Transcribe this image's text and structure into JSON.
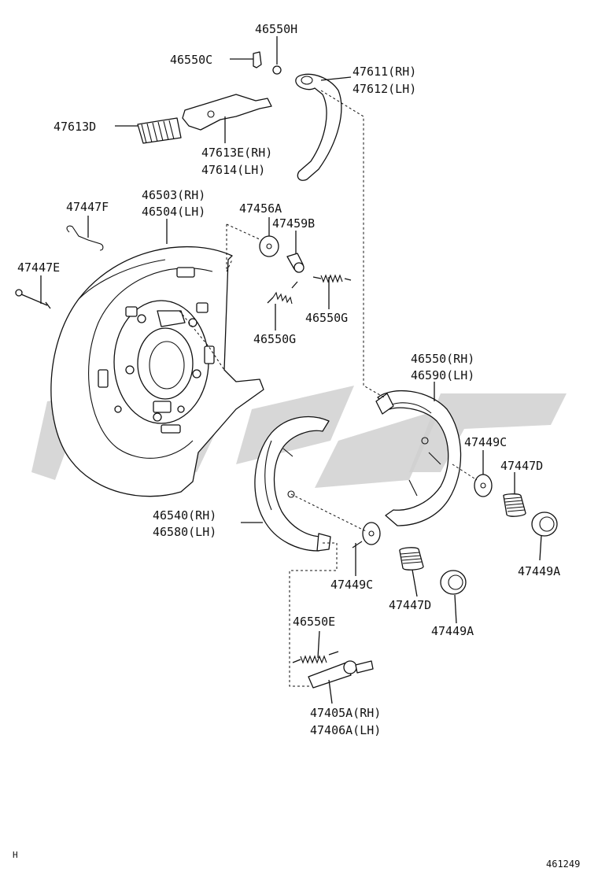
{
  "diagram": {
    "labels": {
      "p46550H": "46550H",
      "p46550C": "46550C",
      "p47611": "47611(RH)",
      "p47612": "47612(LH)",
      "p47613D": "47613D",
      "p47613E": "47613E(RH)",
      "p47614": "47614(LH)",
      "p46503": "46503(RH)",
      "p46504": "46504(LH)",
      "p47447F": "47447F",
      "p47456A": "47456A",
      "p47459B": "47459B",
      "p47447E": "47447E",
      "p46550G_a": "46550G",
      "p46550G_b": "46550G",
      "p46550": "46550(RH)",
      "p46590": "46590(LH)",
      "p47449C_a": "47449C",
      "p47447D_a": "47447D",
      "p46540": "46540(RH)",
      "p46580": "46580(LH)",
      "p47449A_a": "47449A",
      "p47449C_b": "47449C",
      "p47447D_b": "47447D",
      "p47449A_b": "47449A",
      "p46550E": "46550E",
      "p47405A": "47405A(RH)",
      "p47406A": "47406A(LH)"
    },
    "corner_mark": "H",
    "figure_number": "461249"
  }
}
